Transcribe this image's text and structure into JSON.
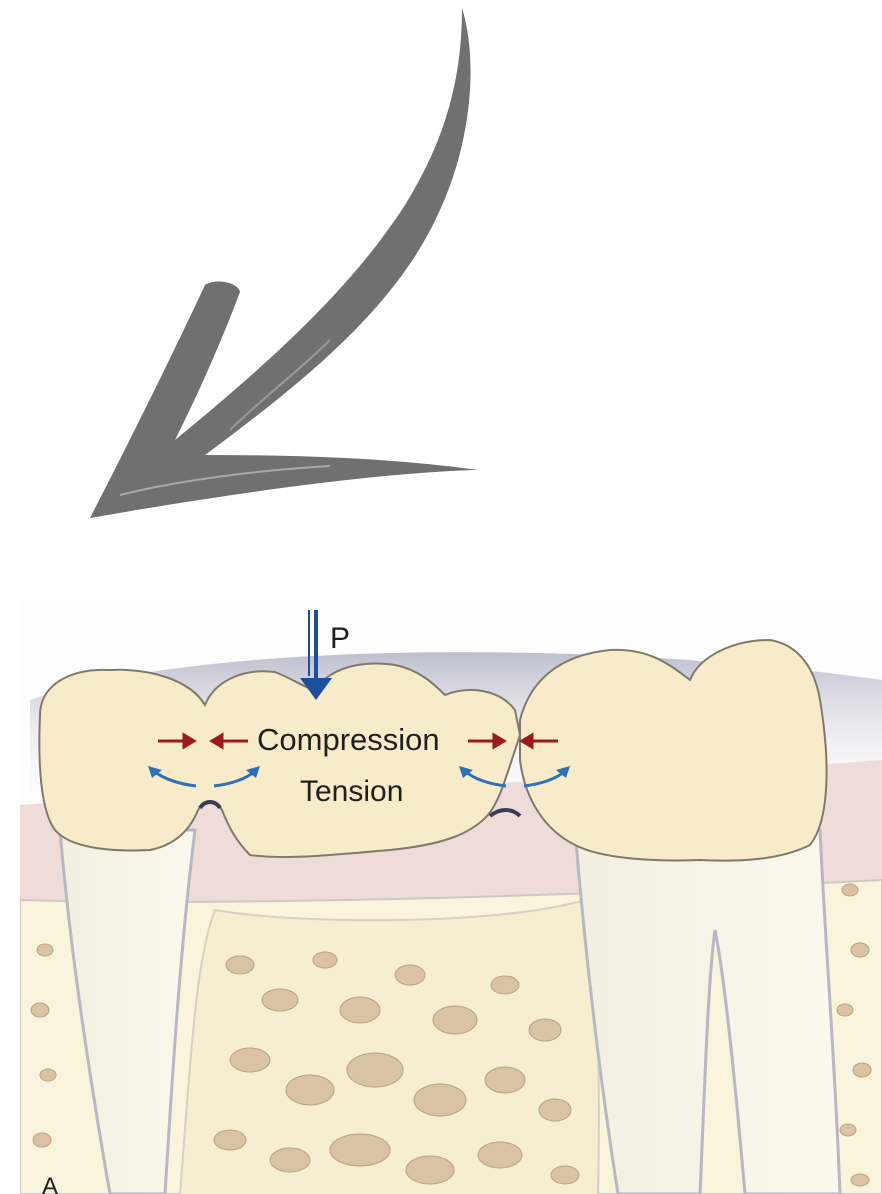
{
  "diagram": {
    "force_label": "P",
    "compression_label": "Compression",
    "tension_label": "Tension",
    "panel_letter": "A"
  },
  "colors": {
    "arrow_gray": "#6e6e6e",
    "force_blue": "#1d4f9e",
    "compression_red": "#9a1b1b",
    "tension_blue": "#2f6fb3",
    "tooth_cream": "#f7ebc9",
    "gingiva_pink": "#efdcd9",
    "bone_cream": "#faf4dd",
    "trabecula_tan": "#d9c3a4"
  },
  "icons": [
    "big-pointer-arrow-icon",
    "force-arrow-icon",
    "compression-arrow-icon",
    "tension-arrow-icon"
  ]
}
